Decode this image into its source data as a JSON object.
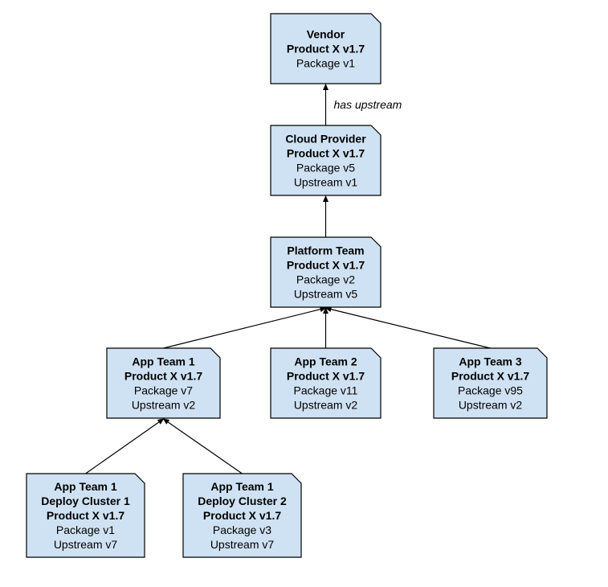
{
  "diagram": {
    "fill_color": "#cfe2f3",
    "stroke_color": "#000000",
    "nodes": [
      {
        "id": "vendor",
        "bold": [
          "Vendor",
          "Product X v1.7"
        ],
        "normal": [
          "Package v1"
        ]
      },
      {
        "id": "cloud",
        "bold": [
          "Cloud Provider",
          "Product X v1.7"
        ],
        "normal": [
          "Package v5",
          "Upstream v1"
        ]
      },
      {
        "id": "platform",
        "bold": [
          "Platform Team",
          "Product X v1.7"
        ],
        "normal": [
          "Package v2",
          "Upstream v5"
        ]
      },
      {
        "id": "app1",
        "bold": [
          "App Team 1",
          "Product X v1.7"
        ],
        "normal": [
          "Package v7",
          "Upstream v2"
        ]
      },
      {
        "id": "app2",
        "bold": [
          "App Team 2",
          "Product X v1.7"
        ],
        "normal": [
          "Package v11",
          "Upstream v2"
        ]
      },
      {
        "id": "app3",
        "bold": [
          "App Team 3",
          "Product X v1.7"
        ],
        "normal": [
          "Package v95",
          "Upstream v2"
        ]
      },
      {
        "id": "cluster1",
        "bold": [
          "App Team 1",
          "Deploy Cluster 1",
          "Product X v1.7"
        ],
        "normal": [
          "Package v1",
          "Upstream v7"
        ]
      },
      {
        "id": "cluster2",
        "bold": [
          "App Team 1",
          "Deploy Cluster 2",
          "Product X v1.7"
        ],
        "normal": [
          "Package v3",
          "Upstream v7"
        ]
      }
    ],
    "edges": [
      {
        "from": "cloud",
        "to": "vendor",
        "label": "has upstream"
      },
      {
        "from": "platform",
        "to": "cloud",
        "label": ""
      },
      {
        "from": "app1",
        "to": "platform",
        "label": ""
      },
      {
        "from": "app2",
        "to": "platform",
        "label": ""
      },
      {
        "from": "app3",
        "to": "platform",
        "label": ""
      },
      {
        "from": "cluster1",
        "to": "app1",
        "label": ""
      },
      {
        "from": "cluster2",
        "to": "app1",
        "label": ""
      }
    ]
  }
}
